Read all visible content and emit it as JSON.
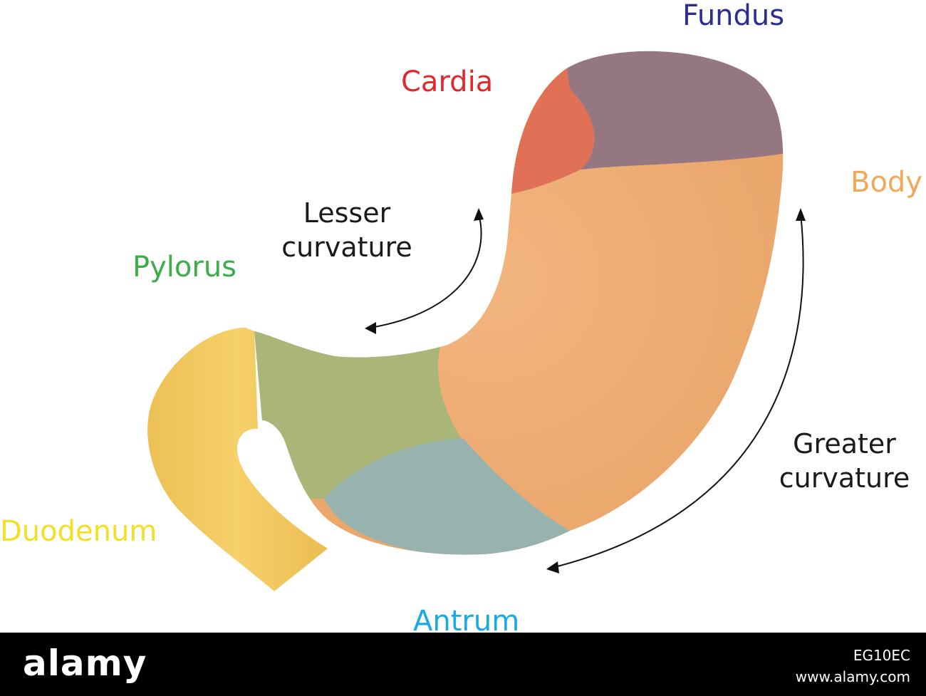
{
  "labels": {
    "fundus": "Fundus",
    "cardia": "Cardia",
    "body": "Body",
    "pylorus": "Pylorus",
    "lesser_curvature": [
      "Lesser",
      "curvature"
    ],
    "greater_curvature": [
      "Greater",
      "curvature"
    ],
    "duodenum": "Duodenum",
    "antrum": "Antrum"
  },
  "colors": {
    "fundus_label": "#2e2d8f",
    "cardia_label": "#e12a2e",
    "body_label": "#f0a85a",
    "pylorus_label": "#3cae49",
    "duodenum_label": "#f2e027",
    "antrum_label": "#1ba9e2",
    "fundus_region": "#957782",
    "cardia_region": "#e07056",
    "body_region": "#edad70",
    "pylorus_region": "#aab578",
    "antrum_region": "#98b3ae",
    "duodenum_region": "#f0c55a"
  },
  "footer": {
    "logo": "alamy",
    "image_id": "EG10EC",
    "url": "www.alamy.com"
  }
}
